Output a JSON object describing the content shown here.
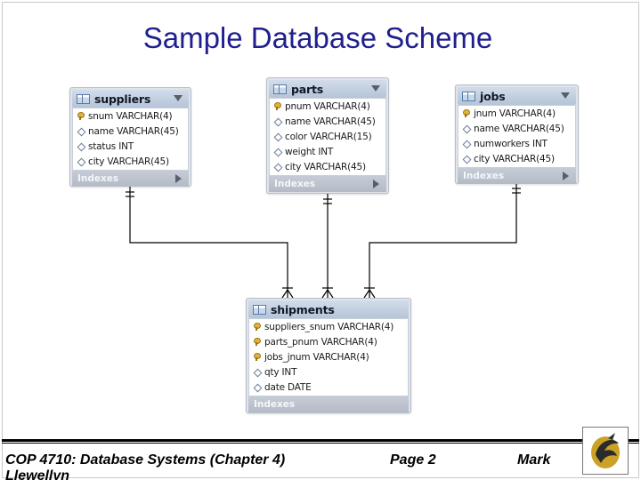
{
  "title": "Sample Database Scheme",
  "tables": {
    "suppliers": {
      "name": "suppliers",
      "columns": [
        {
          "icon": "key-icon",
          "text": "snum VARCHAR(4)"
        },
        {
          "icon": "diamond-icon",
          "text": "name VARCHAR(45)"
        },
        {
          "icon": "diamond-icon",
          "text": "status INT"
        },
        {
          "icon": "diamond-icon",
          "text": "city VARCHAR(45)"
        }
      ],
      "indexes_label": "Indexes"
    },
    "parts": {
      "name": "parts",
      "columns": [
        {
          "icon": "key-icon",
          "text": "pnum VARCHAR(4)"
        },
        {
          "icon": "diamond-icon",
          "text": "name VARCHAR(45)"
        },
        {
          "icon": "diamond-icon",
          "text": "color VARCHAR(15)"
        },
        {
          "icon": "diamond-icon",
          "text": "weight INT"
        },
        {
          "icon": "diamond-icon",
          "text": "city VARCHAR(45)"
        }
      ],
      "indexes_label": "Indexes"
    },
    "jobs": {
      "name": "jobs",
      "columns": [
        {
          "icon": "key-icon",
          "text": "jnum VARCHAR(4)"
        },
        {
          "icon": "diamond-icon",
          "text": "name VARCHAR(45)"
        },
        {
          "icon": "diamond-icon",
          "text": "numworkers INT"
        },
        {
          "icon": "diamond-icon",
          "text": "city VARCHAR(45)"
        }
      ],
      "indexes_label": "Indexes"
    },
    "shipments": {
      "name": "shipments",
      "columns": [
        {
          "icon": "key-icon",
          "text": "suppliers_snum VARCHAR(4)"
        },
        {
          "icon": "key-icon",
          "text": "parts_pnum VARCHAR(4)"
        },
        {
          "icon": "key-icon",
          "text": "jobs_jnum VARCHAR(4)"
        },
        {
          "icon": "diamond-icon",
          "text": "qty INT"
        },
        {
          "icon": "diamond-icon",
          "text": "date DATE"
        }
      ],
      "indexes_label": "Indexes"
    }
  },
  "footer": {
    "course_line1": "COP 4710: Database Systems  (Chapter 4)",
    "course_line2": "Llewellyn",
    "page": "Page 2",
    "author": "Mark"
  },
  "colors": {
    "title": "#1f1f8f",
    "table_header": "#b5c4d8",
    "indexes_bar": "#b4bbc7"
  }
}
